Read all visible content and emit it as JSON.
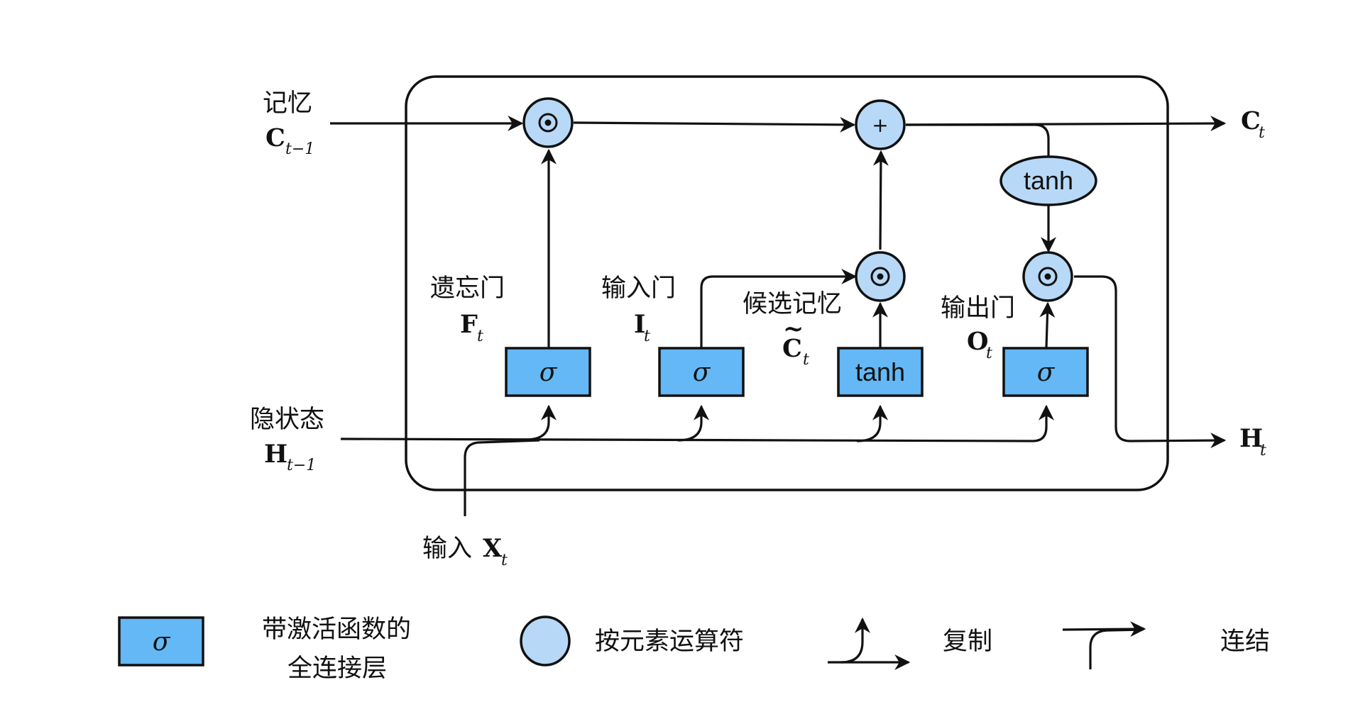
{
  "labels": {
    "memory": "记忆",
    "hidden_state": "隐状态",
    "input": "输入",
    "forget_gate": "遗忘门",
    "input_gate": "输入门",
    "candidate_memory": "候选记忆",
    "output_gate": "输出门"
  },
  "symbols": {
    "c_prev": "C",
    "c_prev_sub": "t−1",
    "h_prev": "H",
    "h_prev_sub": "t−1",
    "x": "X",
    "x_sub": "t",
    "f": "F",
    "f_sub": "t",
    "i": "I",
    "i_sub": "t",
    "c_tilde": "C",
    "c_tilde_mark": "~",
    "c_tilde_sub": "t",
    "o": "O",
    "o_sub": "t",
    "c_out": "C",
    "c_out_sub": "t",
    "h_out": "H",
    "h_out_sub": "t"
  },
  "blocks": {
    "sigma": "σ",
    "tanh": "tanh",
    "multiply": "⊙",
    "add": "+"
  },
  "legend": {
    "fc_layer_line1": "带激活函数的",
    "fc_layer_line2": "全连接层",
    "elementwise_op": "按元素运算符",
    "copy": "复制",
    "concat": "连结"
  },
  "colors": {
    "block_fill": "#63b8f5",
    "operator_fill": "#b7d9f7",
    "stroke": "#111111"
  }
}
